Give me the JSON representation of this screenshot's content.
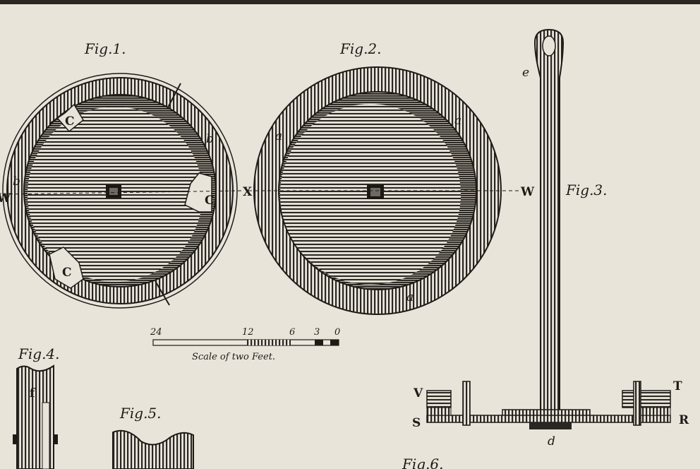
{
  "figures": {
    "fig1": "Fig.1.",
    "fig2": "Fig.2.",
    "fig3": "Fig.3.",
    "fig4": "Fig.4.",
    "fig5": "Fig.5.",
    "fig6": "Fig.6."
  },
  "letters": {
    "C": "C",
    "b": "b",
    "W": "W",
    "X": "X",
    "a": "a",
    "e": "e",
    "V": "V",
    "S": "S",
    "T": "T",
    "R": "R",
    "d": "d",
    "f": "f"
  },
  "scale": {
    "caption": "Scale of two Feet.",
    "ticks": [
      "24",
      "12",
      "6",
      "3",
      "0"
    ]
  },
  "colors": {
    "paper": "#e9e4da",
    "ink": "#1e1b17"
  }
}
